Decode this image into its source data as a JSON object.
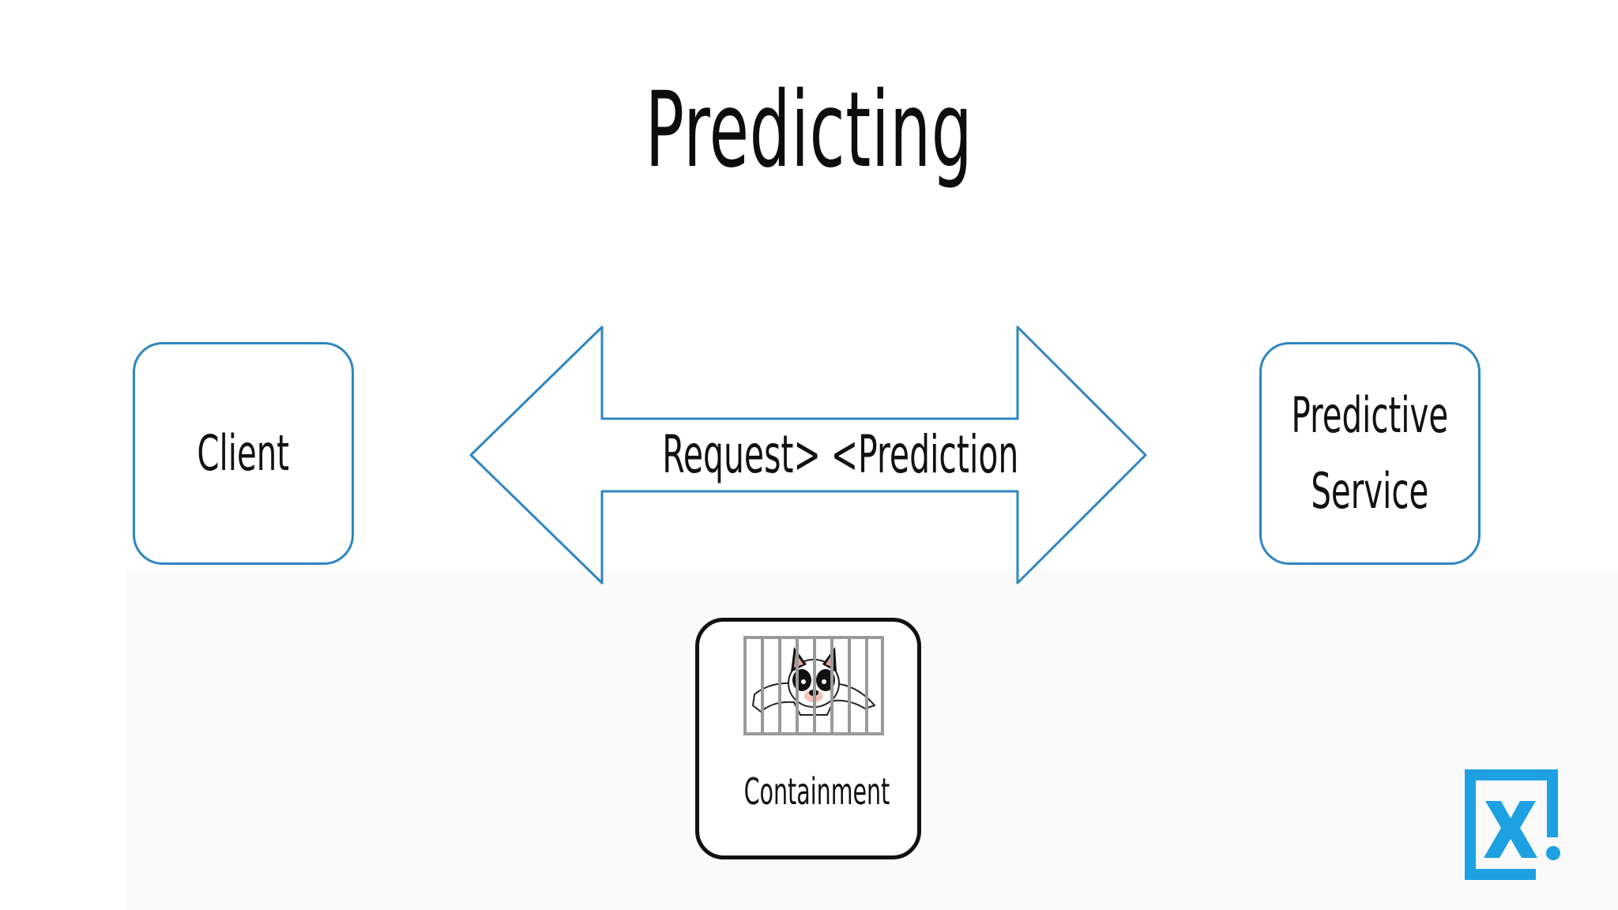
{
  "title": "Predicting",
  "client": {
    "label": "Client"
  },
  "service": {
    "label": "Predictive\nService"
  },
  "arrow": {
    "label": "Request> <Prediction"
  },
  "containment": {
    "label": "Containment"
  },
  "colors": {
    "box_border": "#2e86c1",
    "arrow_stroke": "#2e86c1",
    "containment_border": "#111111",
    "logo": "#1da1e2"
  },
  "icons": {
    "containment": "caged-dog-icon",
    "logo": "x-logo-icon"
  }
}
